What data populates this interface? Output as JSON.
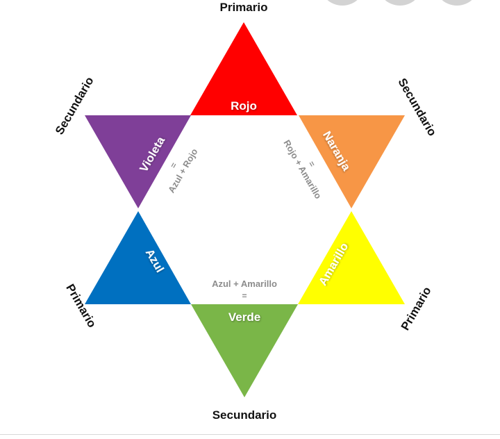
{
  "diagram": {
    "positions": {
      "top": "Primario",
      "upper_left": "Secundario",
      "upper_right": "Secundario",
      "lower_left": "Primario",
      "lower_right": "Primario",
      "bottom": "Secundario"
    },
    "triangles": {
      "red": {
        "label": "Rojo",
        "color": "#ff0000"
      },
      "orange": {
        "label": "Naranja",
        "color": "#f79646"
      },
      "violet": {
        "label": "Violeta",
        "color": "#7f3f98"
      },
      "blue": {
        "label": "Azul",
        "color": "#0070c0"
      },
      "yellow": {
        "label": "Amarillo",
        "color": "#ffff00"
      },
      "green": {
        "label": "Verde",
        "color": "#7ab648"
      }
    },
    "mixes": {
      "violet": {
        "equals": "=",
        "formula": "Azul + Rojo"
      },
      "orange": {
        "equals": "=",
        "formula": "Rojo + Amarillo"
      },
      "green": {
        "equals": "=",
        "formula": "Azul + Amarillo"
      }
    }
  }
}
